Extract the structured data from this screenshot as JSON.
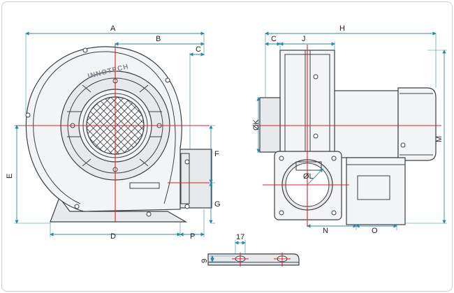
{
  "brand": "INNOTECH",
  "front_view": {
    "dims": {
      "A": "A",
      "B": "B",
      "C": "C",
      "D": "D",
      "E": "E",
      "F": "F",
      "G": "G",
      "P": "P"
    }
  },
  "side_view": {
    "dims": {
      "C": "C",
      "J": "J",
      "H": "H",
      "K": "ØK",
      "L": "ØL",
      "M": "M",
      "N": "N",
      "O": "O"
    }
  },
  "foot_detail": {
    "dims": {
      "width": "17",
      "height": "9"
    }
  },
  "colors": {
    "dimension_lines": "#2a8aa8",
    "center_lines": "#e0202a",
    "outline": "#3a3f44"
  }
}
